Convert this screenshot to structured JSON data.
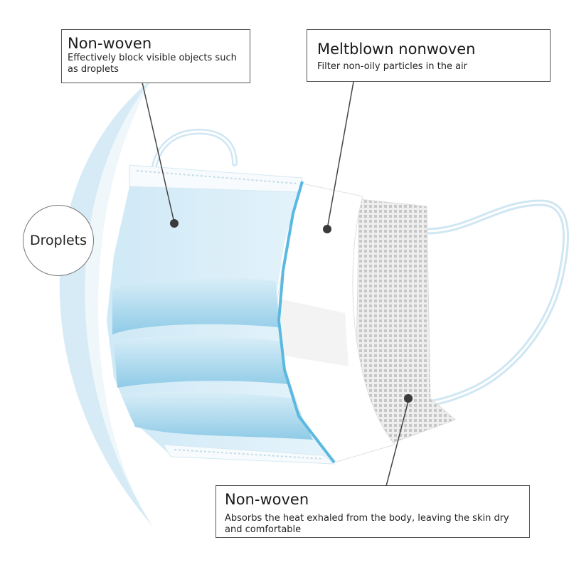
{
  "callouts": [
    {
      "title": "Non-woven",
      "description": "Effectively block visible objects such as droplets"
    },
    {
      "title": "Meltblown nonwoven",
      "description": "Filter non-oily particles in the air"
    },
    {
      "title": "Non-woven",
      "description": "Absorbs the heat exhaled from the body, leaving the skin dry and comfortable"
    }
  ],
  "droplets_label": "Droplets",
  "colors": {
    "mask_blue": "#a9d7ec",
    "mask_edge": "#5bb8e0",
    "meltblown": "#ffffff",
    "inner_mesh": "#cfcfcf",
    "background_glow": "#cfe9f6"
  }
}
